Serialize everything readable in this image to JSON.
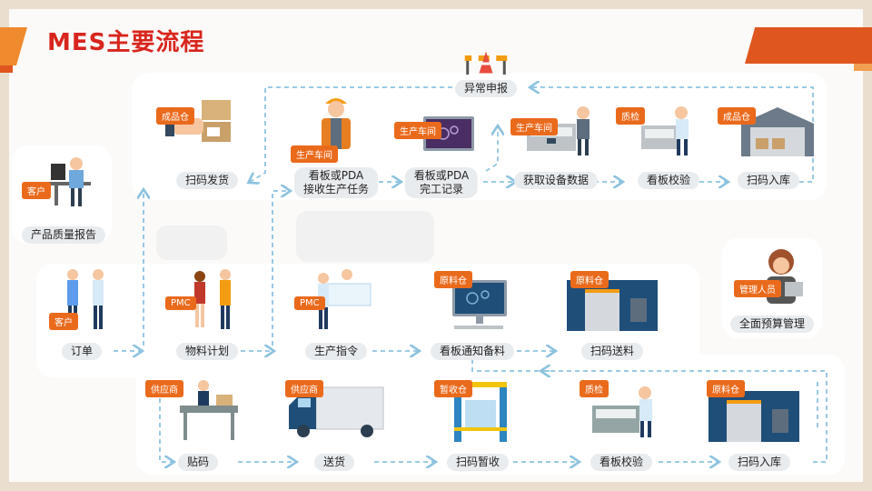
{
  "title": "MES主要流程",
  "tags": {
    "customer": "客户",
    "finished_warehouse": "成品仓",
    "workshop": "生产车间",
    "qc": "质检",
    "pmc": "PMC",
    "raw_warehouse": "原料仓",
    "manager": "管理人员",
    "supplier": "供应商",
    "temp_warehouse": "暂收仓"
  },
  "nodes": {
    "quality_report": "产品质量报告",
    "scan_ship": "扫码发货",
    "receive_task": "看板或PDA\n接收生产任务",
    "complete_record": "看板或PDA\n完工记录",
    "get_device_data": "获取设备数据",
    "kanban_check_top": "看板校验",
    "scan_in_top": "扫码入库",
    "exception": "异常申报",
    "order": "订单",
    "material_plan": "物料计划",
    "production_order": "生产指令",
    "kanban_notify": "看板通知备料",
    "scan_feed": "扫码送料",
    "budget": "全面预算管理",
    "label": "贴码",
    "delivery": "送货",
    "scan_temp": "扫码暂收",
    "kanban_check_bottom": "看板校验",
    "scan_in_bottom": "扫码入库"
  }
}
